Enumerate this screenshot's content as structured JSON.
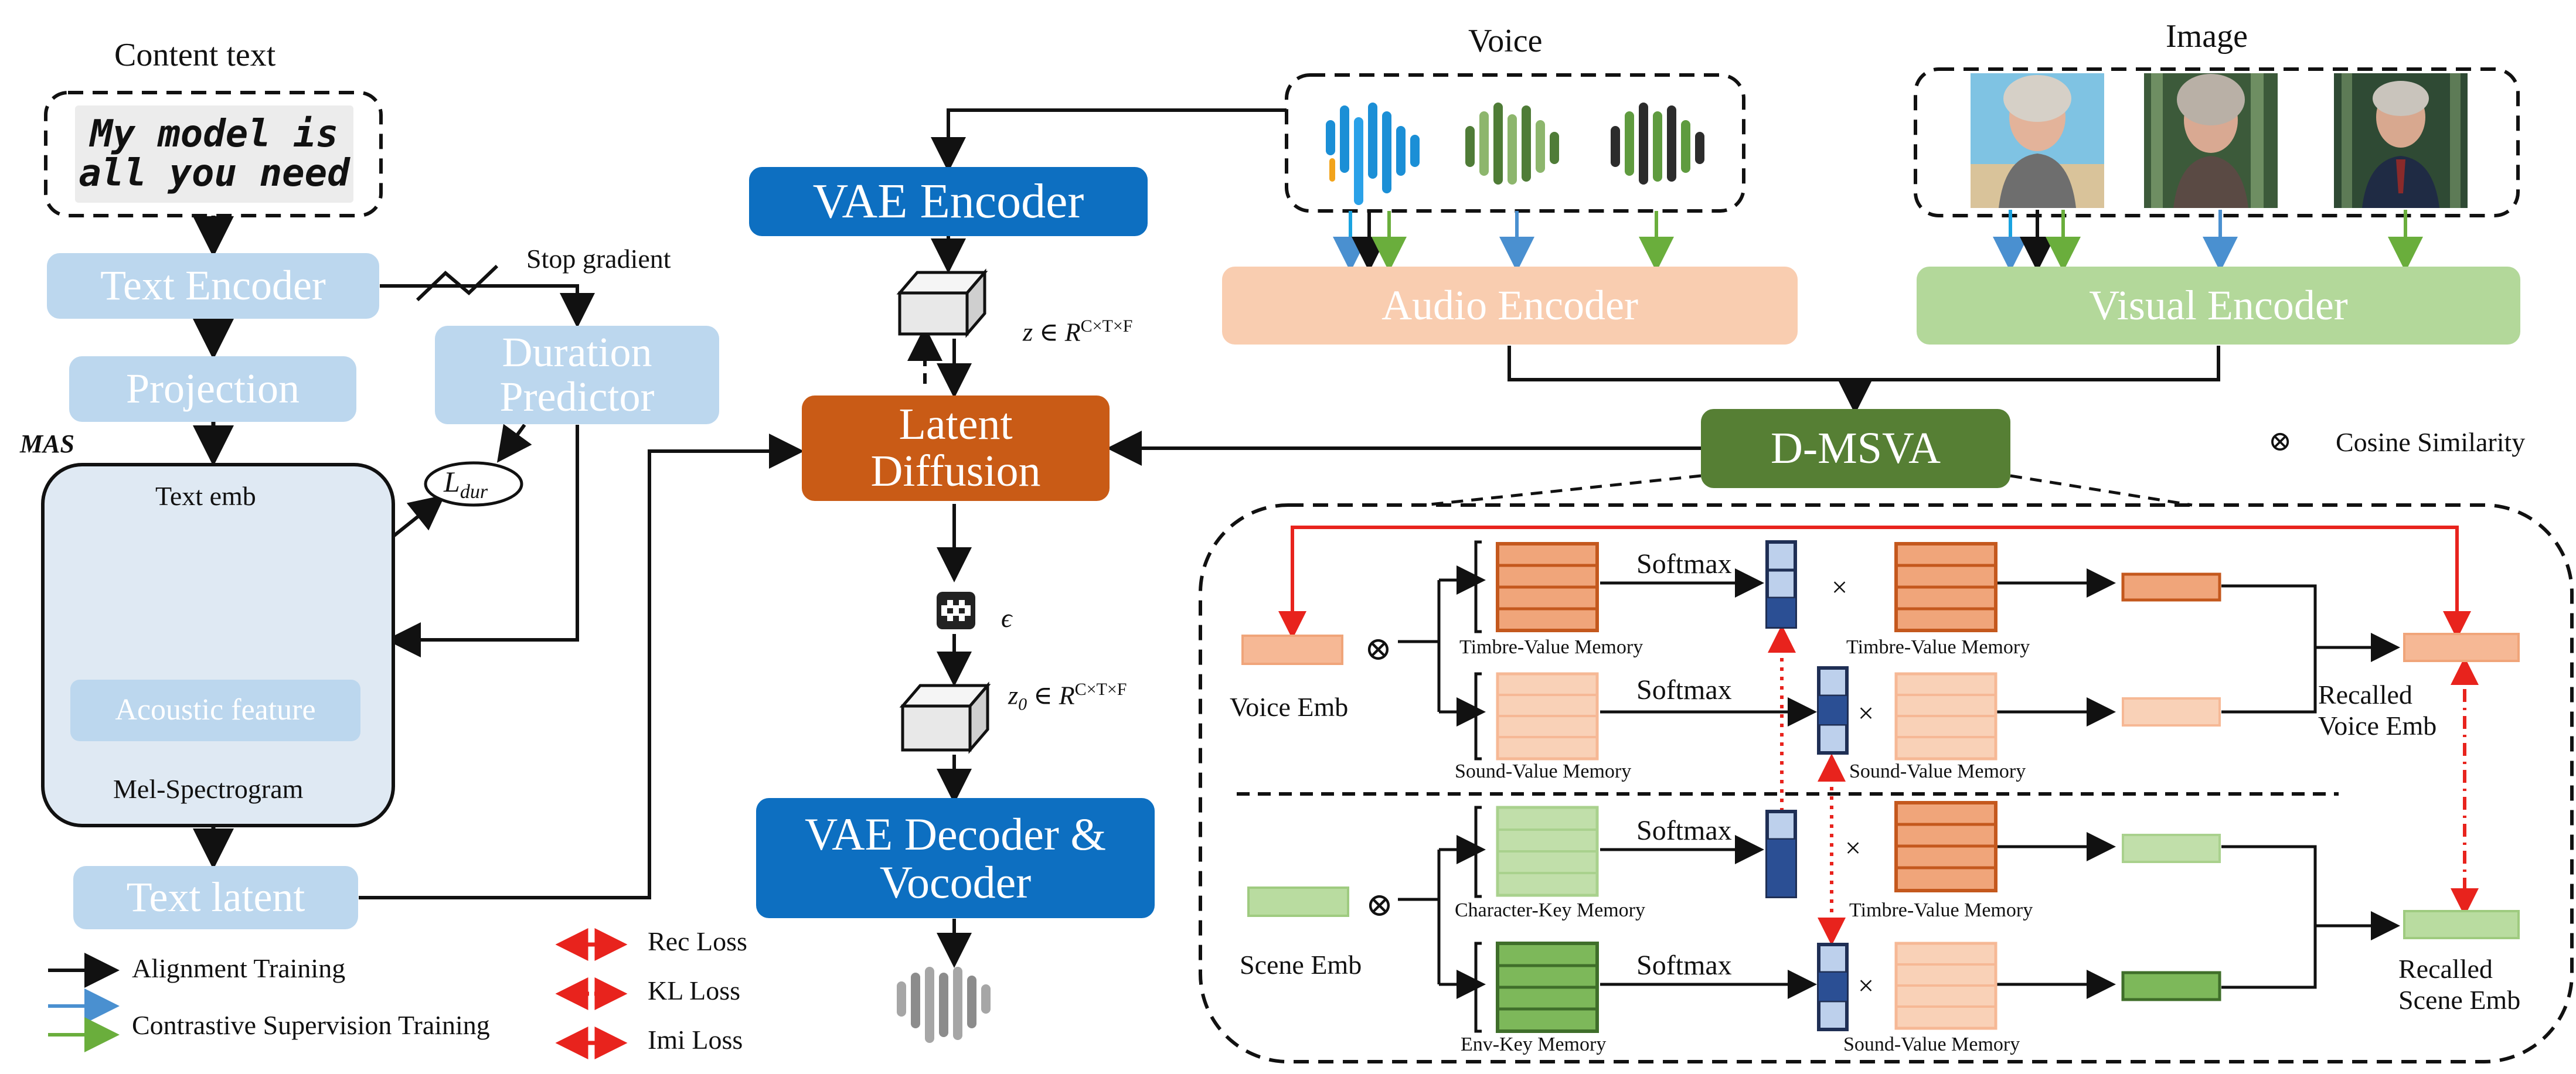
{
  "left": {
    "content_title": "Content text",
    "content_line1": "My model is",
    "content_line2": "all you need",
    "text_encoder": "Text Encoder",
    "stop_gradient": "Stop gradient",
    "projection": "Projection",
    "duration_line1": "Duration",
    "duration_line2": "Predictor",
    "mas": "MAS",
    "l_dur": "L",
    "l_dur_sub": "dur",
    "text_emb": "Text emb",
    "acoustic_feature": "Acoustic feature",
    "mel": "Mel-Spectrogram",
    "text_latent": "Text latent"
  },
  "center": {
    "vae_encoder": "VAE Encoder",
    "z_label": "z ∈ R",
    "z_sup": "C×T×F",
    "latent_line1": "Latent",
    "latent_line2": "Diffusion",
    "eps": "ϵ",
    "z0_label": "z",
    "z0_sub": "0",
    "z0_rest": " ∈ R",
    "z0_sup": "C×T×F",
    "vae_decoder_line1": "VAE Decoder &",
    "vae_decoder_line2": "Vocoder"
  },
  "top": {
    "voice_title": "Voice",
    "image_title": "Image",
    "audio_encoder": "Audio Encoder",
    "visual_encoder": "Visual Encoder",
    "dmsva": "D-MSVA",
    "cos_symbol": "⊗",
    "cos_label": "Cosine Similarity"
  },
  "memory": {
    "softmax": "Softmax",
    "times": "×",
    "otimes": "⊗",
    "timbre_value": "Timbre-Value Memory",
    "sound_value": "Sound-Value Memory",
    "character_key": "Character-Key Memory",
    "env_key": "Env-Key Memory",
    "voice_emb": "Voice Emb",
    "scene_emb": "Scene Emb",
    "recalled_voice_line1": "Recalled",
    "recalled_voice_line2": "Voice Emb",
    "recalled_scene_line1": "Recalled",
    "recalled_scene_line2": "Scene Emb"
  },
  "legend": {
    "alignment": "Alignment Training",
    "contrastive": "Contrastive Supervision Training",
    "rec_loss": "Rec Loss",
    "kl_loss": "KL Loss",
    "imi_loss": "Imi Loss"
  },
  "colors": {
    "vae_blue": "#0d6fc1",
    "latent_orange": "#c95b16",
    "dmsva_green": "#567f34",
    "audio_peach": "#f9cdb0",
    "visual_green": "#b3d89a",
    "loss_red": "#e8231d",
    "contrastive_blue": "#4a90d0",
    "contrastive_green": "#6aae3c"
  }
}
